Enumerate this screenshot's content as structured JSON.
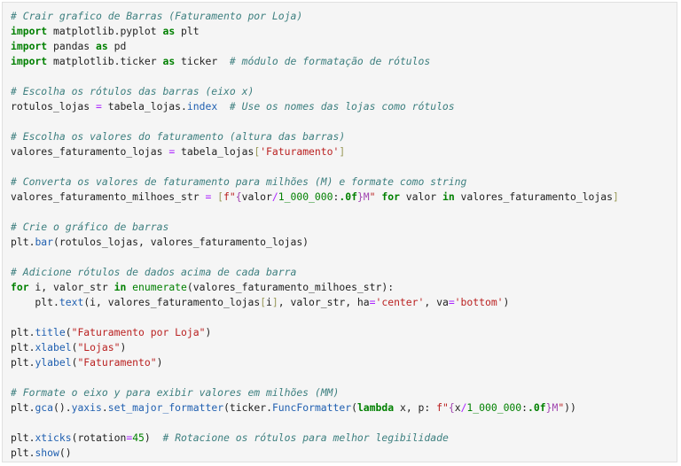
{
  "code_cell": {
    "lines": [
      [
        [
          "c",
          "# Crair grafico de Barras (Faturamento por Loja)"
        ]
      ],
      [
        [
          "k",
          "import"
        ],
        [
          "n",
          " matplotlib.pyplot "
        ],
        [
          "k",
          "as"
        ],
        [
          "n",
          " plt"
        ]
      ],
      [
        [
          "k",
          "import"
        ],
        [
          "n",
          " pandas "
        ],
        [
          "k",
          "as"
        ],
        [
          "n",
          " pd"
        ]
      ],
      [
        [
          "k",
          "import"
        ],
        [
          "n",
          " matplotlib.ticker "
        ],
        [
          "k",
          "as"
        ],
        [
          "n",
          " ticker  "
        ],
        [
          "c",
          "# módulo de formatação de rótulos"
        ]
      ],
      [],
      [
        [
          "c",
          "# Escolha os rótulos das barras (eixo x)"
        ]
      ],
      [
        [
          "n",
          "rotulos_lojas "
        ],
        [
          "o",
          "="
        ],
        [
          "n",
          " tabela_lojas."
        ],
        [
          "f",
          "index"
        ],
        [
          "n",
          "  "
        ],
        [
          "c",
          "# Use os nomes das lojas como rótulos"
        ]
      ],
      [],
      [
        [
          "c",
          "# Escolha os valores do faturamento (altura das barras)"
        ]
      ],
      [
        [
          "n",
          "valores_faturamento_lojas "
        ],
        [
          "o",
          "="
        ],
        [
          "n",
          " tabela_lojas"
        ],
        [
          "p",
          "["
        ],
        [
          "s",
          "'Faturamento'"
        ],
        [
          "p",
          "]"
        ]
      ],
      [],
      [
        [
          "c",
          "# Converta os valores de faturamento para milhões (M) e formate como string"
        ]
      ],
      [
        [
          "n",
          "valores_faturamento_milhoes_str "
        ],
        [
          "o",
          "="
        ],
        [
          "n",
          " "
        ],
        [
          "p",
          "["
        ],
        [
          "s",
          "f\""
        ],
        [
          "i",
          "{"
        ],
        [
          "n",
          "valor"
        ],
        [
          "o",
          "/"
        ],
        [
          "m",
          "1_000_000"
        ],
        [
          "n",
          ":"
        ],
        [
          "k",
          ".0f"
        ],
        [
          "i",
          "}"
        ],
        [
          "i",
          "M"
        ],
        [
          "s",
          "\""
        ],
        [
          "n",
          " "
        ],
        [
          "k",
          "for"
        ],
        [
          "n",
          " valor "
        ],
        [
          "k",
          "in"
        ],
        [
          "n",
          " valores_faturamento_lojas"
        ],
        [
          "p",
          "]"
        ]
      ],
      [],
      [
        [
          "c",
          "# Crie o gráfico de barras"
        ]
      ],
      [
        [
          "n",
          "plt."
        ],
        [
          "f",
          "bar"
        ],
        [
          "n",
          "(rotulos_lojas, valores_faturamento_lojas)"
        ]
      ],
      [],
      [
        [
          "c",
          "# Adicione rótulos de dados acima de cada barra"
        ]
      ],
      [
        [
          "k",
          "for"
        ],
        [
          "n",
          " i, valor_str "
        ],
        [
          "k",
          "in"
        ],
        [
          "n",
          " "
        ],
        [
          "b",
          "enumerate"
        ],
        [
          "n",
          "(valores_faturamento_milhoes_str):"
        ]
      ],
      [
        [
          "n",
          "    plt."
        ],
        [
          "f",
          "text"
        ],
        [
          "n",
          "(i, valores_faturamento_lojas"
        ],
        [
          "p",
          "["
        ],
        [
          "n",
          "i"
        ],
        [
          "p",
          "]"
        ],
        [
          "n",
          ", valor_str, ha"
        ],
        [
          "o",
          "="
        ],
        [
          "s",
          "'center'"
        ],
        [
          "n",
          ", va"
        ],
        [
          "o",
          "="
        ],
        [
          "s",
          "'bottom'"
        ],
        [
          "n",
          ")"
        ]
      ],
      [],
      [
        [
          "n",
          "plt."
        ],
        [
          "f",
          "title"
        ],
        [
          "n",
          "("
        ],
        [
          "s",
          "\"Faturamento por Loja\""
        ],
        [
          "n",
          ")"
        ]
      ],
      [
        [
          "n",
          "plt."
        ],
        [
          "f",
          "xlabel"
        ],
        [
          "n",
          "("
        ],
        [
          "s",
          "\"Lojas\""
        ],
        [
          "n",
          ")"
        ]
      ],
      [
        [
          "n",
          "plt."
        ],
        [
          "f",
          "ylabel"
        ],
        [
          "n",
          "("
        ],
        [
          "s",
          "\"Faturamento\""
        ],
        [
          "n",
          ")"
        ]
      ],
      [],
      [
        [
          "c",
          "# Formate o eixo y para exibir valores em milhões (MM)"
        ]
      ],
      [
        [
          "n",
          "plt."
        ],
        [
          "f",
          "gca"
        ],
        [
          "n",
          "()."
        ],
        [
          "f",
          "yaxis"
        ],
        [
          "n",
          "."
        ],
        [
          "f",
          "set_major_formatter"
        ],
        [
          "n",
          "(ticker."
        ],
        [
          "f",
          "FuncFormatter"
        ],
        [
          "n",
          "("
        ],
        [
          "k",
          "lambda"
        ],
        [
          "n",
          " x, p: "
        ],
        [
          "s",
          "f\""
        ],
        [
          "i",
          "{"
        ],
        [
          "n",
          "x"
        ],
        [
          "o",
          "/"
        ],
        [
          "m",
          "1_000_000"
        ],
        [
          "n",
          ":"
        ],
        [
          "k",
          ".0f"
        ],
        [
          "i",
          "}"
        ],
        [
          "i",
          "M"
        ],
        [
          "s",
          "\""
        ],
        [
          "n",
          "))"
        ]
      ],
      [],
      [
        [
          "n",
          "plt."
        ],
        [
          "f",
          "xticks"
        ],
        [
          "n",
          "(rotation"
        ],
        [
          "o",
          "="
        ],
        [
          "m",
          "45"
        ],
        [
          "n",
          ")  "
        ],
        [
          "c",
          "# Rotacione os rótulos para melhor legibilidade"
        ]
      ],
      [
        [
          "n",
          "plt."
        ],
        [
          "f",
          "show"
        ],
        [
          "n",
          "()"
        ]
      ]
    ]
  }
}
